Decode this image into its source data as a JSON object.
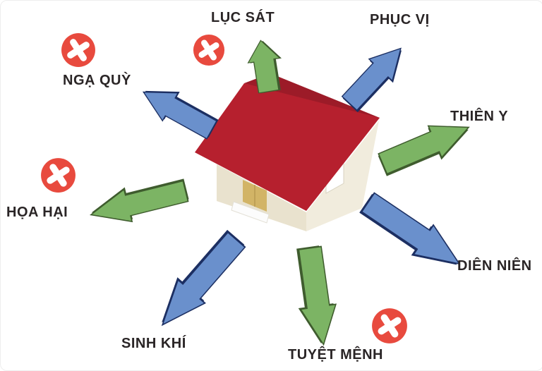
{
  "title": "Feng shui house direction diagram",
  "center_object": "house",
  "palette": {
    "background": "#ffffff",
    "text": "#2a2526",
    "green_arrow": "#7cb464",
    "green_edge": "#3f5c2e",
    "blue_arrow": "#6a90cc",
    "blue_edge": "#1c2f62",
    "bad_red": "#e84a3e",
    "roof_red": "#b6202e",
    "roof_dark": "#9c1b28",
    "wall_light": "#f1ecdd",
    "wall_shade": "#e9e2ce",
    "door_tan": "#d2b466"
  },
  "bad_mark_icon": "x-circle-icon",
  "directions": [
    {
      "id": "luc-sat",
      "label": "LỤC SÁT",
      "compass": "up",
      "arrow_color": "green",
      "bad_mark": true
    },
    {
      "id": "phuc-vi",
      "label": "PHỤC VỊ",
      "compass": "up-right",
      "arrow_color": "blue",
      "bad_mark": false
    },
    {
      "id": "thien-y",
      "label": "THIÊN Y",
      "compass": "right",
      "arrow_color": "green",
      "bad_mark": false
    },
    {
      "id": "dien-nien",
      "label": "DIÊN NIÊN",
      "compass": "down-right",
      "arrow_color": "blue",
      "bad_mark": false
    },
    {
      "id": "tuyet-menh",
      "label": "TUYỆT MỆNH",
      "compass": "down",
      "arrow_color": "green",
      "bad_mark": true
    },
    {
      "id": "sinh-khi",
      "label": "SINH KHÍ",
      "compass": "down-left",
      "arrow_color": "blue",
      "bad_mark": false
    },
    {
      "id": "hoa-hai",
      "label": "HỌA HẠI",
      "compass": "left",
      "arrow_color": "green",
      "bad_mark": true
    },
    {
      "id": "nga-quy",
      "label": "NGẠ QUỲ",
      "compass": "up-left",
      "arrow_color": "blue",
      "bad_mark": true
    }
  ]
}
